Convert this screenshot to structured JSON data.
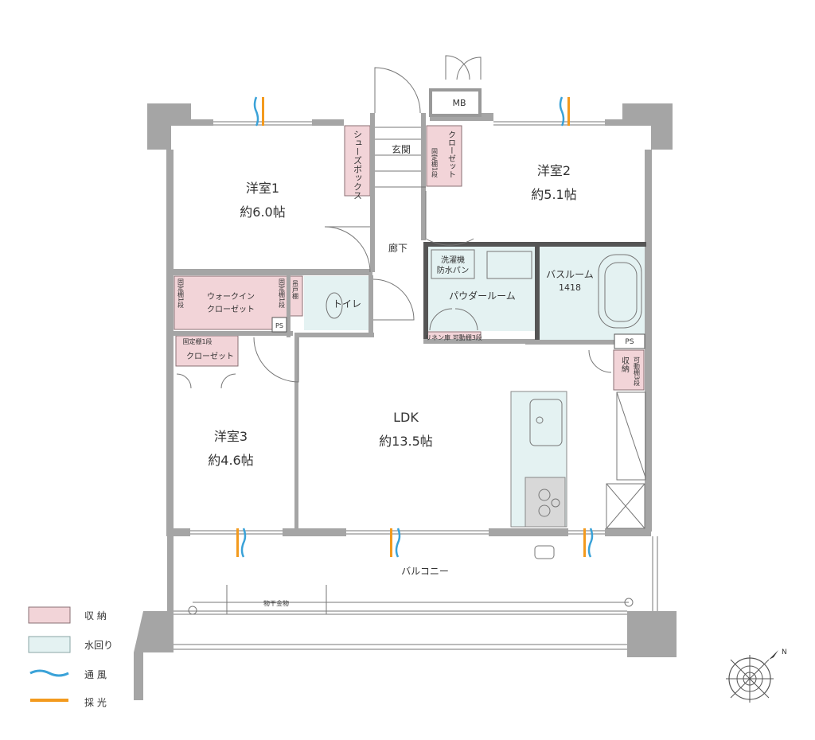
{
  "rooms": {
    "western1": {
      "name": "洋室1",
      "size": "約6.0帖"
    },
    "western2": {
      "name": "洋室2",
      "size": "約5.1帖"
    },
    "western3": {
      "name": "洋室3",
      "size": "約4.6帖"
    },
    "ldk": {
      "name": "LDK",
      "size": "約13.5帖"
    },
    "entrance": "玄関",
    "hallway": "廊下",
    "toilet": "トイレ",
    "powder_room": "パウダールーム",
    "bathroom": {
      "name": "バスルーム",
      "size": "1418"
    },
    "balcony": "バルコニー"
  },
  "storage": {
    "shoe_box": "シューズボックス",
    "closet_top": "クローゼット",
    "fixed_shelf_closet_top": "固定棚1段",
    "walk_in_closet_1": "ウォークイン",
    "walk_in_closet_2": "クローゼット",
    "fixed_shelf_wic_left": "固定棚1段",
    "fixed_shelf_wic_right": "固定棚1段",
    "hinged_door_shelf": "吊戸棚",
    "closet3_shelf": "固定棚1段",
    "closet3": "クローゼット",
    "linen_shelf": "リネン庫 可動棚3段",
    "storage_right": "収納",
    "movable_shelf_right": "可動棚3段"
  },
  "fixtures": {
    "mb": "MB",
    "ps1": "PS",
    "ps2": "PS",
    "washer_pan_1": "洗濯機",
    "washer_pan_2": "防水パン",
    "laundry_hardware": "物干金物"
  },
  "legend": [
    {
      "label": "収 納",
      "color": "#f2d4d8",
      "kind": "swatch"
    },
    {
      "label": "水回り",
      "color": "#e4f2f2",
      "kind": "swatch"
    },
    {
      "label": "通 風",
      "color": "#3aa2d8",
      "kind": "wave"
    },
    {
      "label": "採 光",
      "color": "#f39a1e",
      "kind": "bar"
    }
  ],
  "compass": {
    "label": "N"
  },
  "colors": {
    "storage": "#f2d4d8",
    "water": "#e4f2f2",
    "wall": "#a5a5a5",
    "wind": "#3aa2d8",
    "light": "#f39a1e"
  }
}
